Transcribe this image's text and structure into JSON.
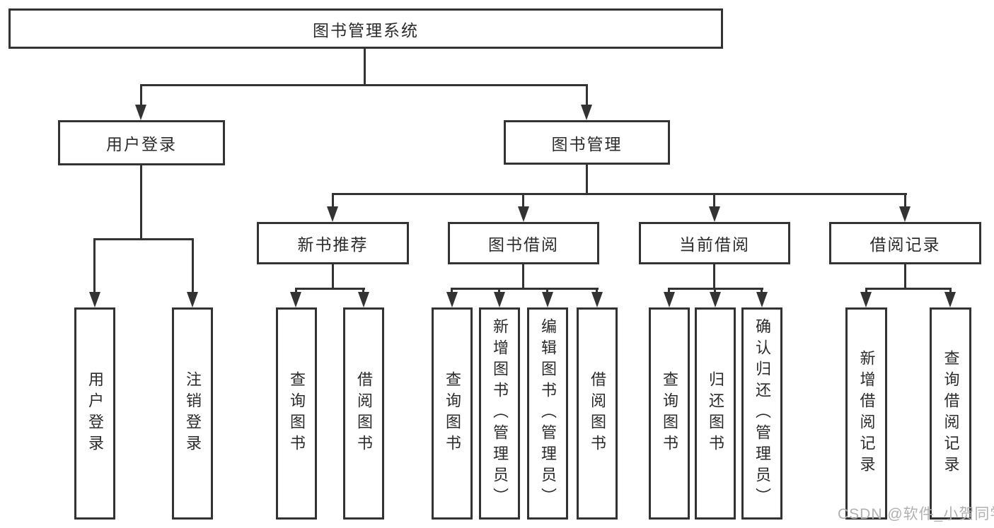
{
  "colors": {
    "line": "#333333",
    "box_border": "#333333",
    "box_background": "#ffffff",
    "text": "#2b2b2b",
    "watermark": "#b0b0b0",
    "background": "#ffffff"
  },
  "watermark": {
    "text": "CSDN @软件_小贺同学"
  },
  "diagram": {
    "type": "tree",
    "root": {
      "label": "图书管理系统",
      "children": [
        {
          "label": "用户登录",
          "children": [
            {
              "label": "用户登录"
            },
            {
              "label": "注销登录"
            }
          ]
        },
        {
          "label": "图书管理",
          "children": [
            {
              "label": "新书推荐",
              "children": [
                {
                  "label": "查询图书"
                },
                {
                  "label": "借阅图书"
                }
              ]
            },
            {
              "label": "图书借阅",
              "children": [
                {
                  "label": "查询图书"
                },
                {
                  "label": "新增图书（管理员）"
                },
                {
                  "label": "编辑图书（管理员）"
                },
                {
                  "label": "借阅图书"
                }
              ]
            },
            {
              "label": "当前借阅",
              "children": [
                {
                  "label": "查询图书"
                },
                {
                  "label": "归还图书"
                },
                {
                  "label": "确认归还（管理员）"
                }
              ]
            },
            {
              "label": "借阅记录",
              "children": [
                {
                  "label": "新增借阅记录"
                },
                {
                  "label": "查询借阅记录"
                }
              ]
            }
          ]
        }
      ]
    }
  }
}
